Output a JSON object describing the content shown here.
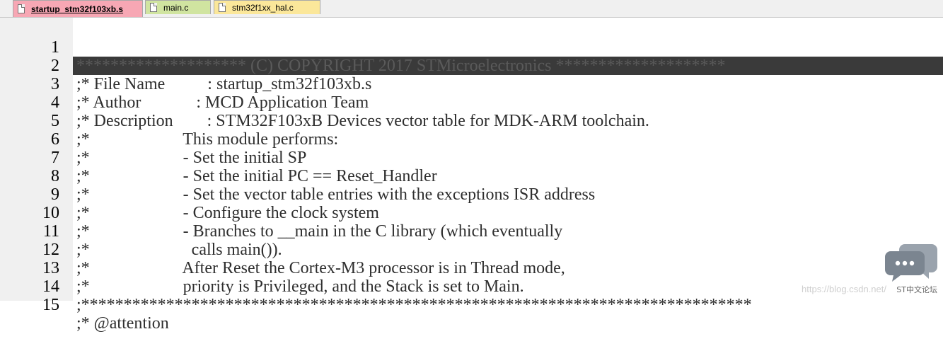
{
  "tabs": [
    {
      "label": "startup_stm32f103xb.s",
      "color": "#f7a7b4",
      "active": true
    },
    {
      "label": "main.c",
      "color": "#d0e4a0",
      "active": false
    },
    {
      "label": "stm32f1xx_hal.c",
      "color": "#fbe79a",
      "active": false
    }
  ],
  "editor": {
    "lines": [
      {
        "number": "1",
        "text": "******************** (C) COPYRIGHT 2017 STMicroelectronics ********************"
      },
      {
        "number": "2",
        "text": ";* File Name          : startup_stm32f103xb.s"
      },
      {
        "number": "3",
        "text": ";* Author             : MCD Application Team"
      },
      {
        "number": "4",
        "text": ";* Description        : STM32F103xB Devices vector table for MDK-ARM toolchain."
      },
      {
        "number": "5",
        "text": ";*                      This module performs:"
      },
      {
        "number": "6",
        "text": ";*                      - Set the initial SP"
      },
      {
        "number": "7",
        "text": ";*                      - Set the initial PC == Reset_Handler"
      },
      {
        "number": "8",
        "text": ";*                      - Set the vector table entries with the exceptions ISR address"
      },
      {
        "number": "9",
        "text": ";*                      - Configure the clock system"
      },
      {
        "number": "10",
        "text": ";*                      - Branches to __main in the C library (which eventually"
      },
      {
        "number": "11",
        "text": ";*                        calls main())."
      },
      {
        "number": "12",
        "text": ";*                      After Reset the Cortex-M3 processor is in Thread mode,"
      },
      {
        "number": "13",
        "text": ";*                      priority is Privileged, and the Stack is set to Main."
      },
      {
        "number": "14",
        "text": ";*******************************************************************************"
      },
      {
        "number": "15",
        "text": ";* @attention"
      }
    ]
  },
  "watermark": "https://blog.csdn.net/",
  "forum_label": "ST中文论坛",
  "colors": {
    "gutter": "#f0f0f0",
    "highlight_line": "#3a3a3a",
    "code_text": "#2e2e2e"
  }
}
